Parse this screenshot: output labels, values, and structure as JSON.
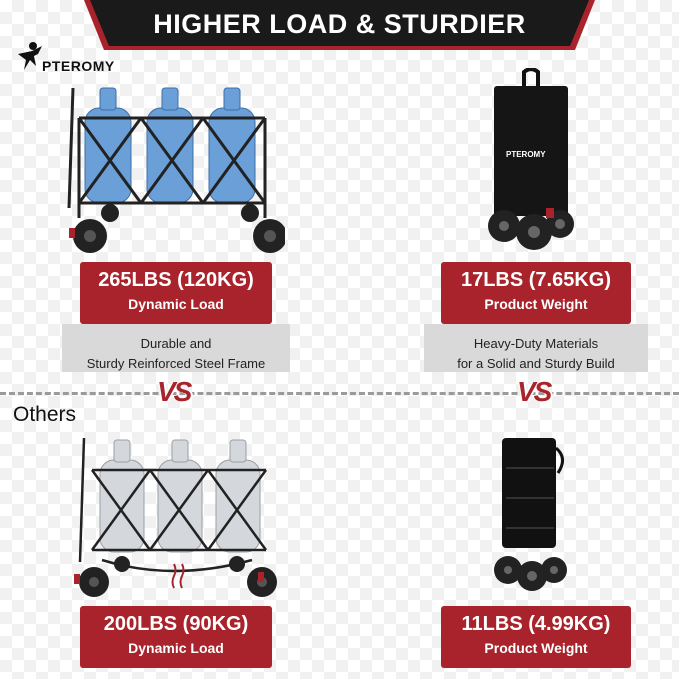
{
  "header": {
    "title": "HIGHER LOAD & STURDIER"
  },
  "brand": {
    "name": "PTEROMY",
    "bag_logo": "PTEROMY"
  },
  "pteromy": {
    "load": {
      "value": "265LBS (120KG)",
      "label": "Dynamic Load",
      "desc": [
        "Durable and",
        "Sturdy Reinforced Steel Frame"
      ]
    },
    "weight": {
      "value": "17LBS (7.65KG)",
      "label": "Product Weight",
      "desc": [
        "Heavy-Duty Materials",
        "for a Solid and Sturdy Build"
      ]
    }
  },
  "vs_label": "VS",
  "others": {
    "title": "Others",
    "load": {
      "value": "200LBS (90KG)",
      "label": "Dynamic Load"
    },
    "weight": {
      "value": "11LBS (4.99KG)",
      "label": "Product Weight"
    }
  },
  "colors": {
    "accent": "#a8232b",
    "header_bg": "#1a1a1a",
    "desc_bg": "#d9d9d9",
    "bottle": "#6b9fd8"
  }
}
